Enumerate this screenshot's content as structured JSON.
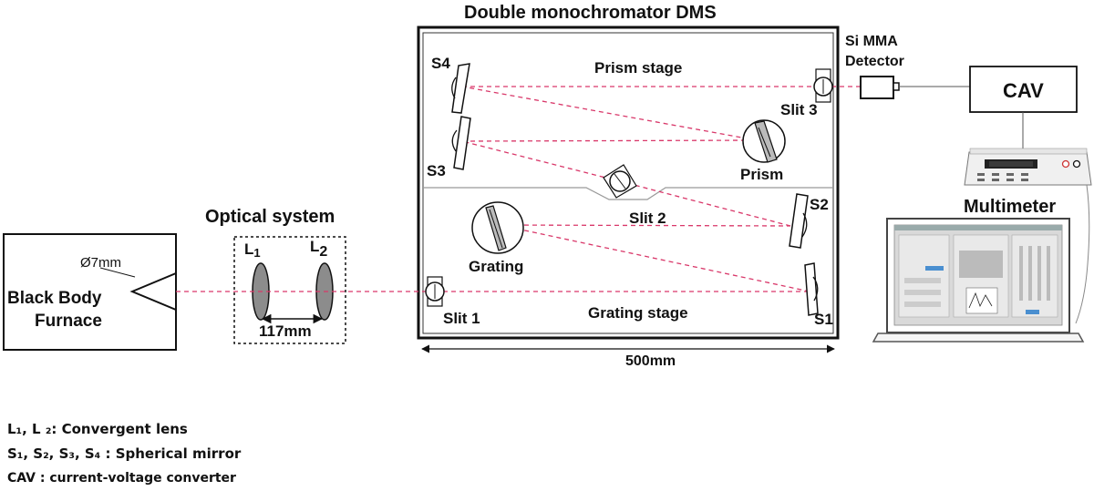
{
  "title": "Double monochromator DMS",
  "black_body": {
    "line1": "Black Body",
    "line2": "Furnace",
    "aperture": "Ø7mm"
  },
  "optical_system": {
    "title": "Optical system",
    "lens1": "L",
    "lens1_sub": "1",
    "lens2": "L",
    "lens2_sub": "2",
    "spacing": "117mm"
  },
  "dms": {
    "width_label": "500mm",
    "prism_stage": "Prism stage",
    "grating_stage": "Grating stage",
    "prism": "Prism",
    "grating": "Grating",
    "slit1": "Slit 1",
    "slit2": "Slit 2",
    "slit3": "Slit 3",
    "s1": "S1",
    "s2": "S2",
    "s3": "S3",
    "s4": "S4"
  },
  "detector": {
    "line1": "Si MMA",
    "line2": "Detector"
  },
  "cav": "CAV",
  "multimeter": "Multimeter",
  "legend": {
    "line1": "L₁, L ₂: Convergent lens",
    "line2": "S₁, S₂, S₃, S₄ : Spherical mirror",
    "line3": "CAV : current-voltage converter"
  },
  "colors": {
    "beam": "#d9386a",
    "outline": "#111111",
    "lens_fill": "#8c8c8c"
  }
}
